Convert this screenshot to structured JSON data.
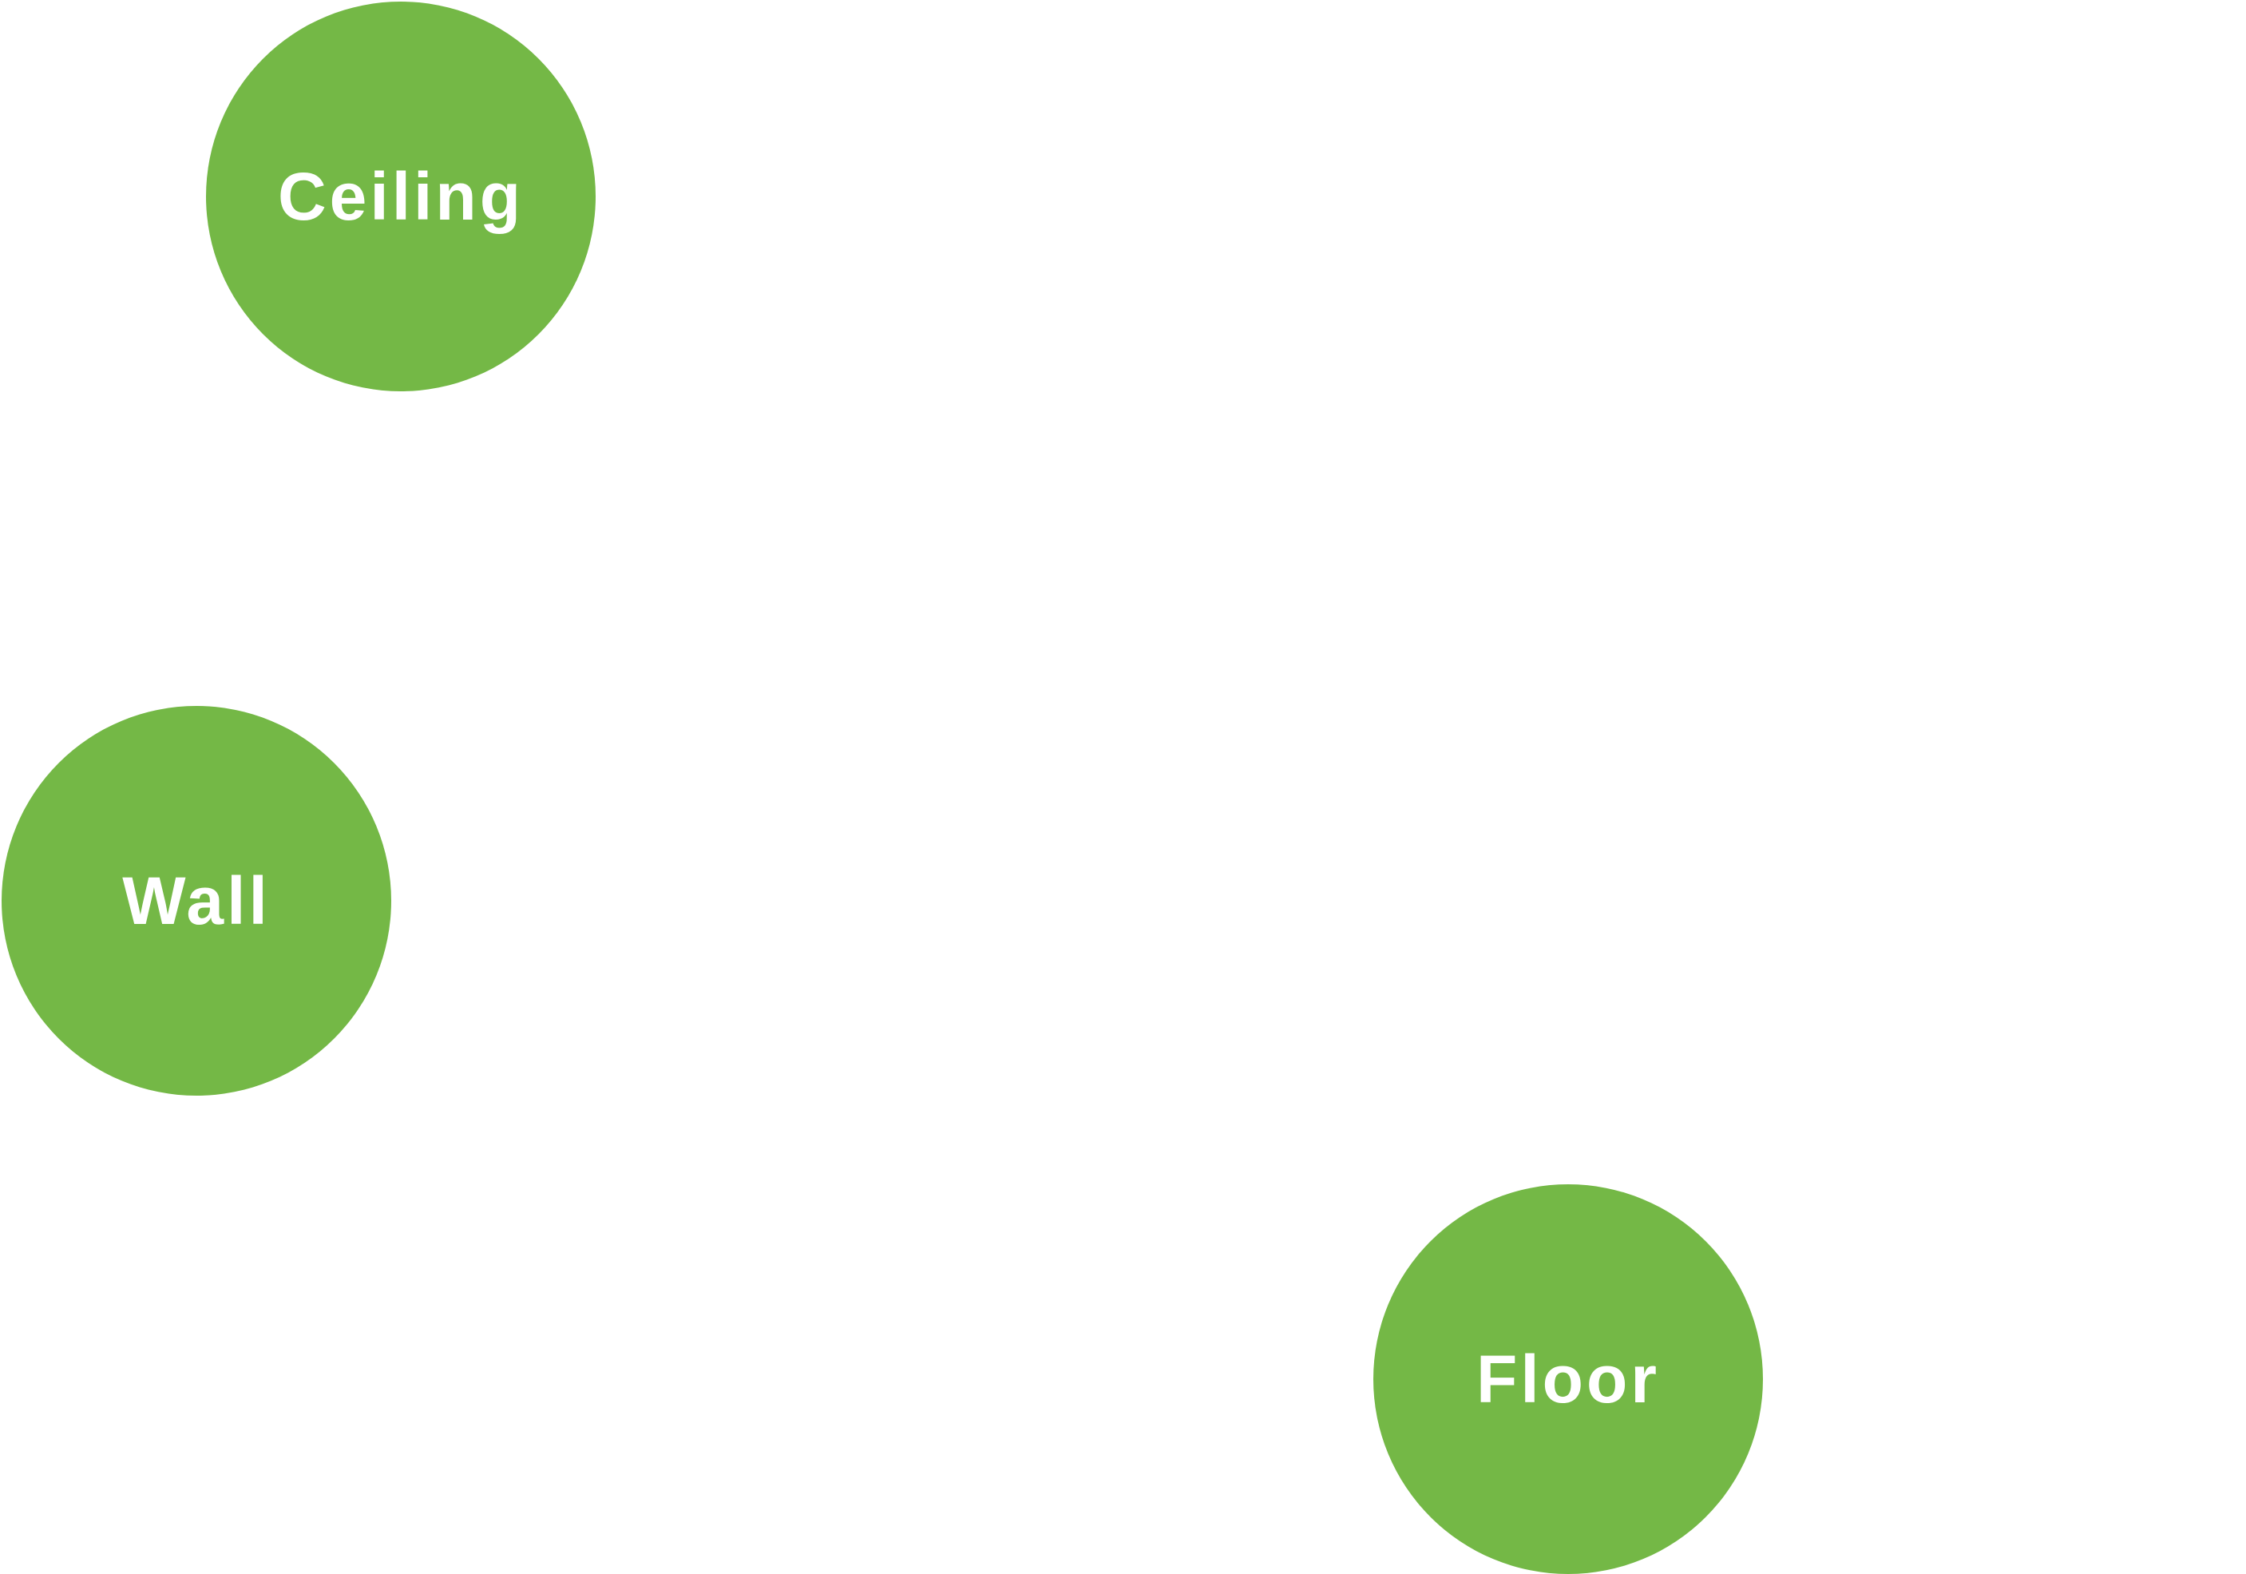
{
  "colors": {
    "node_fill": "#74b846",
    "label": "#ffffff",
    "background": "#ffffff"
  },
  "nodes": {
    "ceiling": {
      "label": "Ceiling"
    },
    "wall": {
      "label": "Wall"
    },
    "floor": {
      "label": "Floor"
    }
  }
}
